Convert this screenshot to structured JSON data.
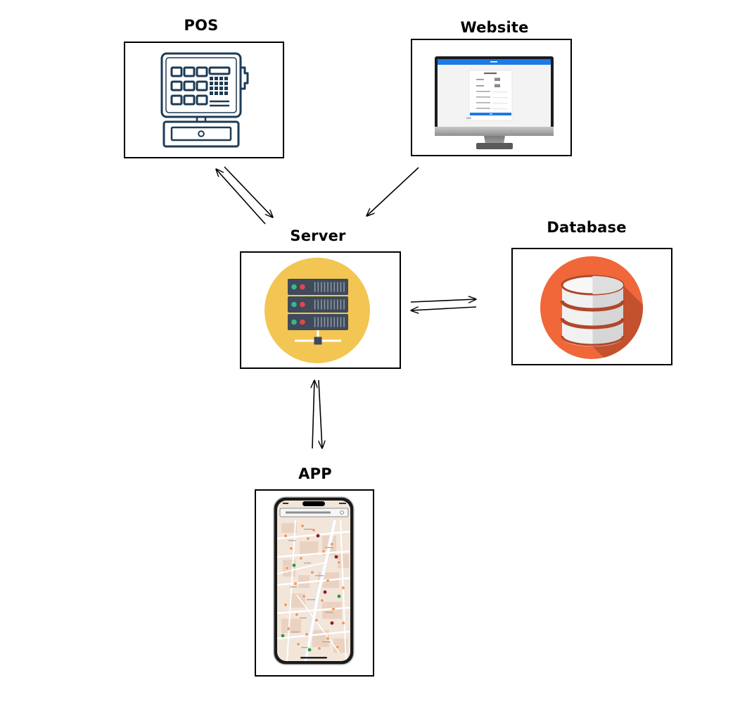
{
  "nodes": {
    "pos": {
      "label": "POS",
      "icon": "cash-register-icon"
    },
    "website": {
      "label": "Website",
      "icon": "desktop-monitor-icon"
    },
    "server": {
      "label": "Server",
      "icon": "server-rack-icon"
    },
    "database": {
      "label": "Database",
      "icon": "database-icon"
    },
    "app": {
      "label": "APP",
      "icon": "smartphone-map-icon"
    }
  },
  "colors": {
    "pos_icon_stroke": "#1E3B55",
    "website_accent": "#1E7AE8",
    "server_circle": "#F3C553",
    "server_rack": "#3F4A5A",
    "database_circle": "#F0673A",
    "database_band": "#B0472A",
    "arrow": "#000000"
  }
}
